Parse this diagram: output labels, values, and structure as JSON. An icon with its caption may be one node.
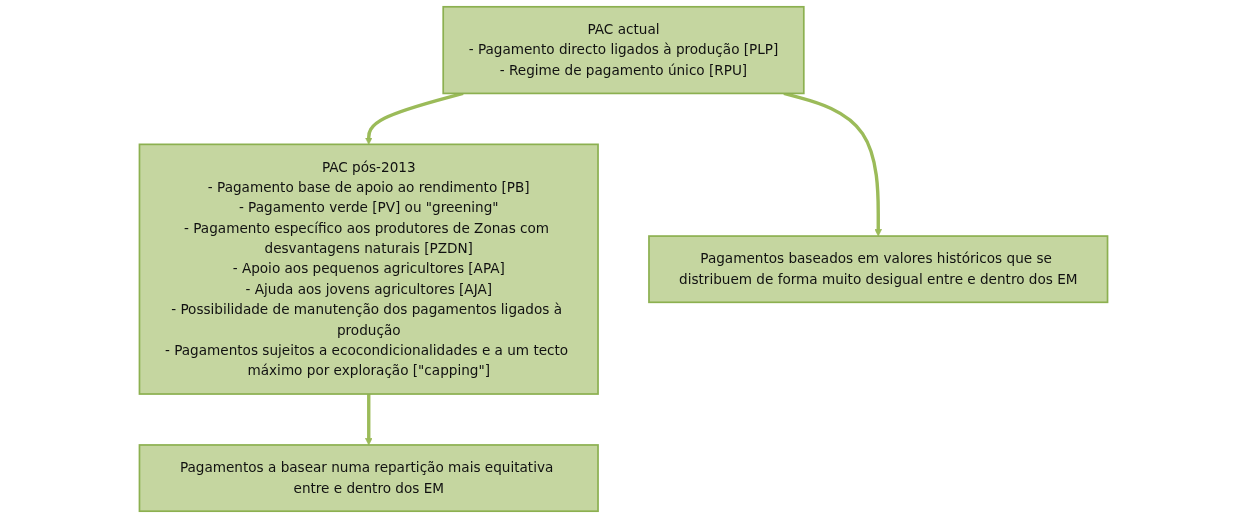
{
  "diagram": {
    "nodes": [
      {
        "text": [
          "PAC actual",
          "- Pagamento directo ligados à produção [PLP]",
          "- Regime de pagamento único [RPU]"
        ]
      },
      {
        "text": [
          "PAC pós-2013",
          "- Pagamento base de apoio ao rendimento [PB]",
          "- Pagamento verde [PV] ou \"greening\"",
          "- Pagamento específico aos produtores de Zonas com desvantagens naturais [PZDN]",
          "- Apoio aos pequenos agricultores [APA]",
          "- Ajuda aos jovens agricultores [AJA]",
          "- Possibilidade de manutenção dos pagamentos ligados à produção",
          "- Pagamentos sujeitos a ecocondicionalidades e a um tecto máximo por exploração [\"capping\"]"
        ]
      },
      {
        "text": [
          "Pagamentos baseados em valores históricos que se distribuem de forma muito desigual entre e dentro dos EM"
        ]
      },
      {
        "text": [
          "Pagamentos a basear numa repartição mais equitativa entre e dentro dos EM"
        ]
      }
    ],
    "edges": [
      {
        "from": 0,
        "to": 1,
        "arrow": "to"
      },
      {
        "from": 0,
        "to": 2,
        "arrow": "to"
      },
      {
        "from": 1,
        "to": 3,
        "arrow": "to"
      }
    ]
  }
}
